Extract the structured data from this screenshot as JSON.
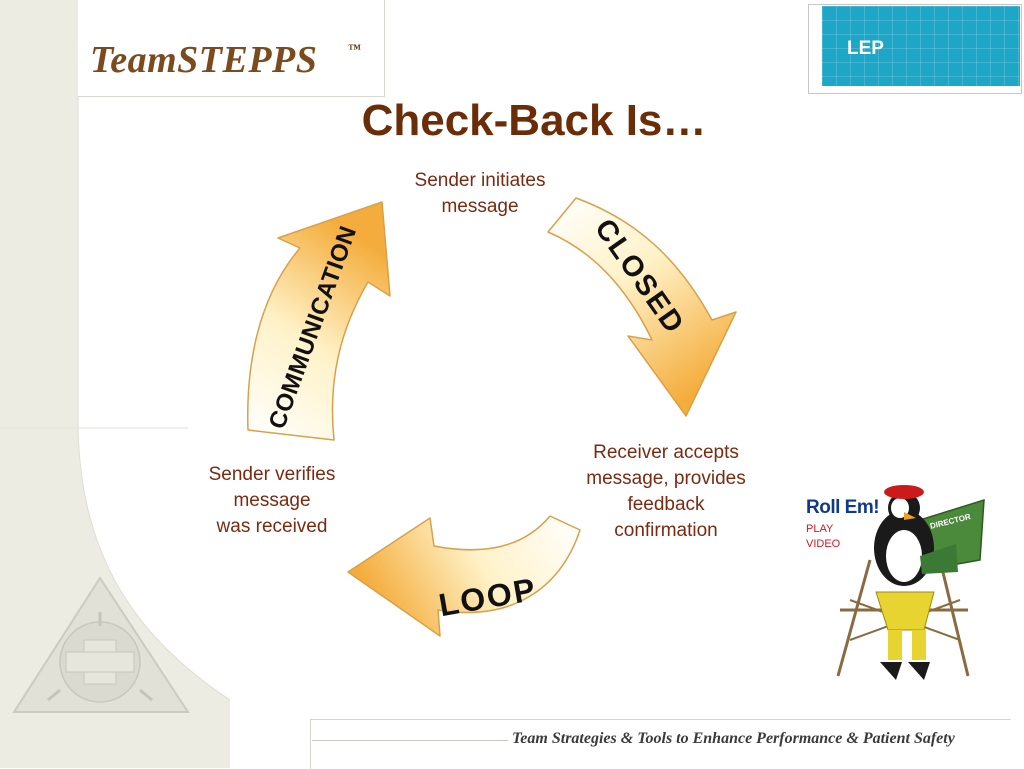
{
  "brand": {
    "logo_text": "TeamSTEPPS",
    "logo_tm": "™"
  },
  "section_label": "LEP",
  "slide": {
    "title": "Check-Back Is…",
    "cycle": {
      "steps": [
        {
          "lines": [
            "Sender initiates",
            "message"
          ]
        },
        {
          "lines": [
            "Receiver accepts",
            "message, provides",
            "feedback",
            "confirmation"
          ]
        },
        {
          "lines": [
            "Sender verifies",
            "message",
            "was received"
          ]
        }
      ],
      "arrow_labels": {
        "top_right": "CLOSED",
        "bottom": "LOOP",
        "left": "COMMUNICATION"
      }
    }
  },
  "video": {
    "title": "Roll Em!",
    "sign": "DIRECTOR",
    "action_line1": "PLAY",
    "action_line2": "VIDEO"
  },
  "footer": {
    "tagline": "Team Strategies & Tools to Enhance Performance & Patient Safety"
  },
  "colors": {
    "title": "#6a2d08",
    "step_text": "#7a2a10",
    "arrow_light": "#fff8dc",
    "arrow_dark": "#f5b040",
    "lep_bg": "#1ea6c7",
    "logo": "#7a4b1f"
  }
}
